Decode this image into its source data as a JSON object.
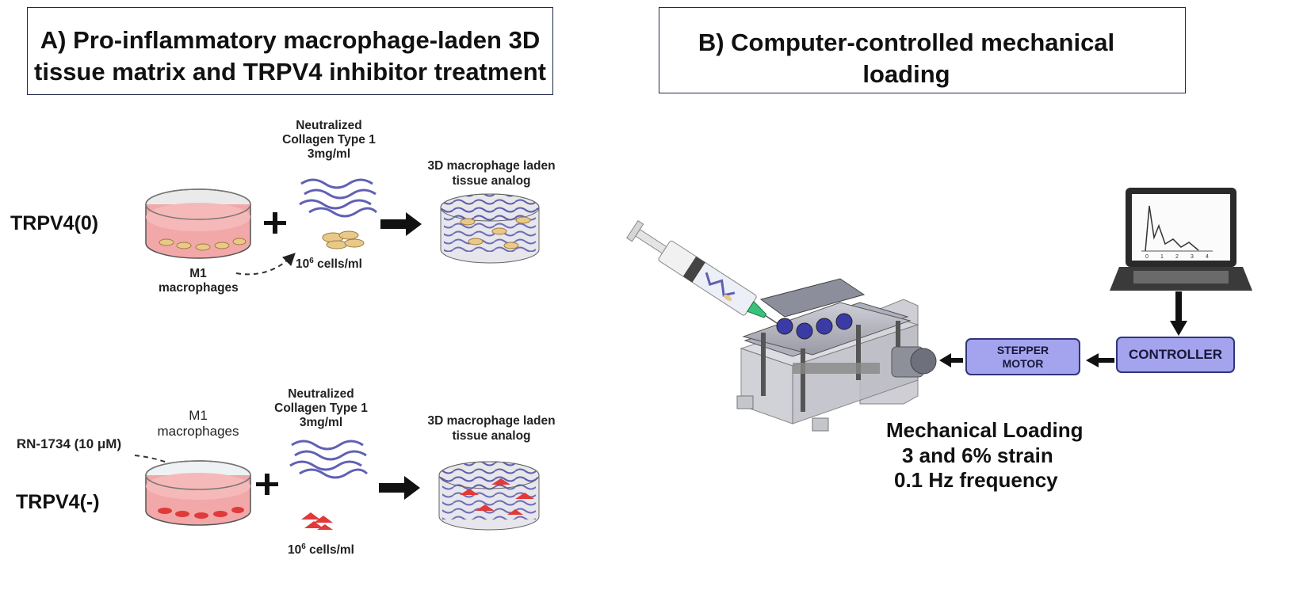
{
  "panel_a": {
    "title_line1": "A) Pro-inflammatory macrophage-laden 3D",
    "title_line2": "tissue matrix and TRPV4 inhibitor treatment"
  },
  "panel_b": {
    "title": "B) Computer-controlled mechanical loading"
  },
  "row1": {
    "label": "TRPV4(0)",
    "collagen_line1": "Neutralized",
    "collagen_line2": "Collagen Type 1",
    "collagen_line3": "3mg/ml",
    "tissue_line1": "3D macrophage laden",
    "tissue_line2": "tissue analog",
    "cells_base": "10",
    "cells_exp": "6",
    "cells_unit": " cells/ml",
    "macro_line1": "M1",
    "macro_line2": "macrophages",
    "plus": "+"
  },
  "row2": {
    "label": "TRPV4(-)",
    "inhibitor": "RN-1734 (10 μM)",
    "macro_line1": "M1",
    "macro_line2": "macrophages",
    "collagen_line1": "Neutralized",
    "collagen_line2": "Collagen Type 1",
    "collagen_line3": "3mg/ml",
    "tissue_line1": "3D macrophage laden",
    "tissue_line2": "tissue analog",
    "cells_base": "10",
    "cells_exp": "6",
    "cells_unit": " cells/ml",
    "plus": "+"
  },
  "loading": {
    "stepper_line1": "STEPPER",
    "stepper_line2": "MOTOR",
    "controller": "CONTROLLER",
    "mech_line1": "Mechanical Loading",
    "mech_line2": "3 and 6% strain",
    "mech_line3": "0.1 Hz frequency",
    "graph_ticks": [
      "0",
      "1",
      "2",
      "3",
      "4"
    ]
  },
  "colors": {
    "frame": "#1f2a4a",
    "box_fill": "#a4a4ee",
    "dish_medium": "#f2a8a8",
    "m1_cells": "#e8c98a",
    "inhibited_cells": "#e03a3a",
    "collagen_fiber": "#5f5fb0"
  },
  "icons": [
    "petri-dish-icon",
    "collagen-fiber-icon",
    "cell-icon",
    "tissue-analog-icon",
    "syringe-icon",
    "loading-device-icon",
    "laptop-icon",
    "arrow-icon"
  ]
}
